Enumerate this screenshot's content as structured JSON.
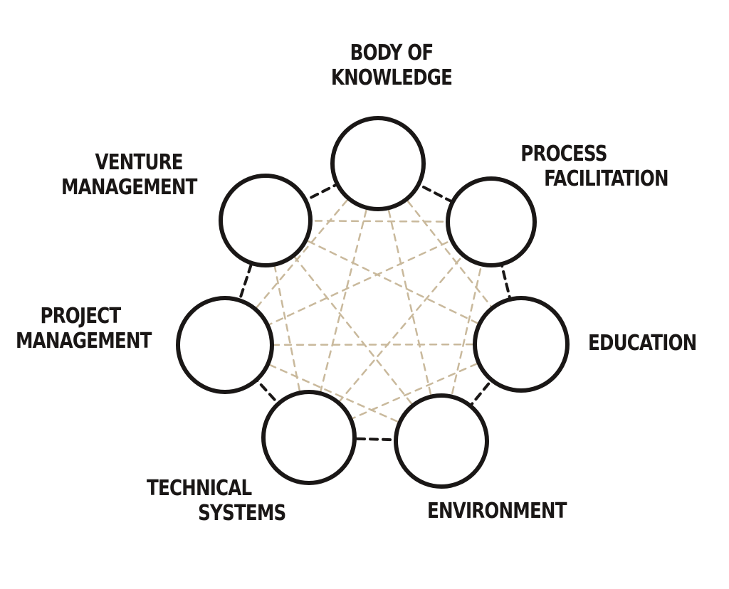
{
  "nodes": [
    {
      "id": "body-of-knowledge",
      "line1": "Body of",
      "line2": "Knowledge"
    },
    {
      "id": "process-facilitation",
      "line1": "Process",
      "line2": "Facilitation"
    },
    {
      "id": "education",
      "line1": "Education",
      "line2": ""
    },
    {
      "id": "environment",
      "line1": "Environment",
      "line2": ""
    },
    {
      "id": "technical-systems",
      "line1": "Technical",
      "line2": "Systems"
    },
    {
      "id": "project-management",
      "line1": "Project",
      "line2": "Management"
    },
    {
      "id": "venture-management",
      "line1": "Venture",
      "line2": "Management"
    }
  ],
  "colors": {
    "ink": "#1a1716",
    "connector": "#c9b99c"
  }
}
